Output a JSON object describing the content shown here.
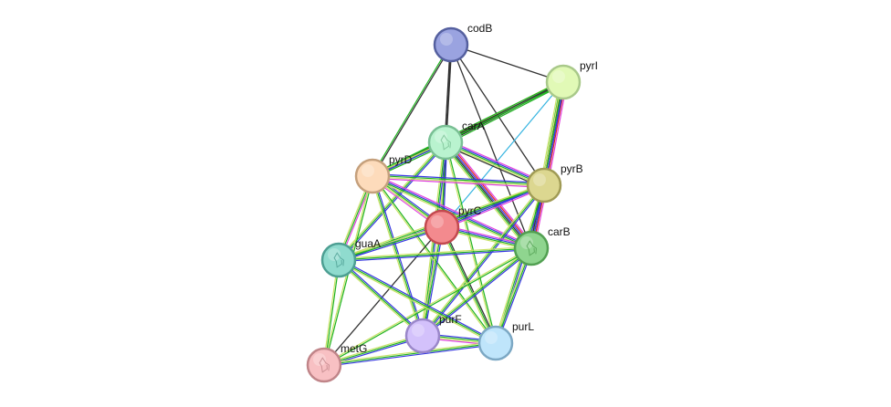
{
  "network": {
    "nodes": [
      {
        "id": "codB",
        "label": "codB",
        "fill": "#9aa3e0",
        "stroke": "#55609f",
        "structure": false
      },
      {
        "id": "pyrI",
        "label": "pyrI",
        "fill": "#e1f9b6",
        "stroke": "#a9c98a",
        "structure": false
      },
      {
        "id": "carA",
        "label": "carA",
        "fill": "#b9f3cf",
        "stroke": "#79bf94",
        "structure": true
      },
      {
        "id": "pyrD",
        "label": "pyrD",
        "fill": "#fddbbb",
        "stroke": "#c5a07c",
        "structure": false
      },
      {
        "id": "pyrB",
        "label": "pyrB",
        "fill": "#dcd790",
        "stroke": "#a09b55",
        "structure": false
      },
      {
        "id": "pyrC",
        "label": "pyrC",
        "fill": "#f38a8e",
        "stroke": "#c3494f",
        "structure": false
      },
      {
        "id": "carB",
        "label": "carB",
        "fill": "#8fd58f",
        "stroke": "#52a052",
        "structure": true
      },
      {
        "id": "guaA",
        "label": "guaA",
        "fill": "#8fdbce",
        "stroke": "#4d9f93",
        "structure": true
      },
      {
        "id": "purF",
        "label": "purF",
        "fill": "#d3c1fb",
        "stroke": "#9a87c9",
        "structure": false
      },
      {
        "id": "purL",
        "label": "purL",
        "fill": "#bfe5fb",
        "stroke": "#7ca8c4",
        "structure": false
      },
      {
        "id": "metG",
        "label": "metG",
        "fill": "#f8c0c3",
        "stroke": "#c08589",
        "structure": true
      }
    ],
    "edges": [
      {
        "source": "codB",
        "target": "carA",
        "colors": [
          "#333333",
          "#333333"
        ]
      },
      {
        "source": "codB",
        "target": "pyrI",
        "colors": [
          "#333333"
        ]
      },
      {
        "source": "codB",
        "target": "pyrD",
        "colors": [
          "#333333",
          "#1fb31f"
        ]
      },
      {
        "source": "codB",
        "target": "pyrB",
        "colors": [
          "#333333"
        ]
      },
      {
        "source": "codB",
        "target": "carB",
        "colors": [
          "#333333"
        ]
      },
      {
        "source": "codB",
        "target": "pyrC",
        "colors": [
          "#333333"
        ]
      },
      {
        "source": "pyrI",
        "target": "carA",
        "colors": [
          "#1fb31f",
          "#333333",
          "#1fb31f",
          "#c9e266"
        ]
      },
      {
        "source": "pyrI",
        "target": "pyrB",
        "colors": [
          "#e040e0",
          "#e0231f",
          "#3636e0",
          "#333333",
          "#1fb31f",
          "#c9e266"
        ]
      },
      {
        "source": "pyrI",
        "target": "carB",
        "colors": [
          "#3636e0",
          "#1fb31f",
          "#c9e266"
        ]
      },
      {
        "source": "pyrI",
        "target": "pyrD",
        "colors": [
          "#1fb31f",
          "#333333",
          "#1fb31f"
        ]
      },
      {
        "source": "pyrI",
        "target": "pyrC",
        "colors": [
          "#36b4e0"
        ]
      },
      {
        "source": "carA",
        "target": "pyrD",
        "colors": [
          "#1fb31f",
          "#3636e0",
          "#c9e266",
          "#1fb31f"
        ]
      },
      {
        "source": "carA",
        "target": "pyrB",
        "colors": [
          "#e040e0",
          "#3636e0",
          "#1fb31f",
          "#c9e266",
          "#333333"
        ]
      },
      {
        "source": "carA",
        "target": "carB",
        "colors": [
          "#e040e0",
          "#e0231f",
          "#3636e0",
          "#333333",
          "#1fb31f",
          "#c9e266"
        ]
      },
      {
        "source": "carA",
        "target": "pyrC",
        "colors": [
          "#3636e0",
          "#1fb31f",
          "#c9e266"
        ]
      },
      {
        "source": "carA",
        "target": "guaA",
        "colors": [
          "#3636e0",
          "#1fb31f",
          "#c9e266"
        ]
      },
      {
        "source": "carA",
        "target": "purF",
        "colors": [
          "#3636e0",
          "#1fb31f",
          "#c9e266"
        ]
      },
      {
        "source": "carA",
        "target": "purL",
        "colors": [
          "#1fb31f",
          "#c9e266"
        ]
      },
      {
        "source": "pyrD",
        "target": "pyrB",
        "colors": [
          "#3636e0",
          "#1fb31f",
          "#c9e266",
          "#e040e0"
        ]
      },
      {
        "source": "pyrD",
        "target": "pyrC",
        "colors": [
          "#3636e0",
          "#1fb31f",
          "#c9e266",
          "#e040e0"
        ]
      },
      {
        "source": "pyrD",
        "target": "carB",
        "colors": [
          "#e040e0",
          "#3636e0",
          "#1fb31f",
          "#c9e266"
        ]
      },
      {
        "source": "pyrD",
        "target": "guaA",
        "colors": [
          "#e040e0",
          "#1fb31f",
          "#c9e266"
        ]
      },
      {
        "source": "pyrD",
        "target": "purF",
        "colors": [
          "#3636e0",
          "#1fb31f",
          "#c9e266"
        ]
      },
      {
        "source": "pyrD",
        "target": "purL",
        "colors": [
          "#1fb31f",
          "#c9e266"
        ]
      },
      {
        "source": "pyrD",
        "target": "metG",
        "colors": [
          "#1fb31f",
          "#c9e266"
        ]
      },
      {
        "source": "pyrB",
        "target": "pyrC",
        "colors": [
          "#e040e0",
          "#3636e0",
          "#1fb31f",
          "#c9e266"
        ]
      },
      {
        "source": "pyrB",
        "target": "carB",
        "colors": [
          "#e040e0",
          "#e0231f",
          "#3636e0",
          "#333333",
          "#1fb31f"
        ]
      },
      {
        "source": "pyrB",
        "target": "guaA",
        "colors": [
          "#3636e0",
          "#1fb31f",
          "#c9e266"
        ]
      },
      {
        "source": "pyrB",
        "target": "purF",
        "colors": [
          "#3636e0",
          "#1fb31f",
          "#c9e266"
        ]
      },
      {
        "source": "pyrB",
        "target": "purL",
        "colors": [
          "#3636e0",
          "#1fb31f",
          "#c9e266"
        ]
      },
      {
        "source": "pyrC",
        "target": "carB",
        "colors": [
          "#e040e0",
          "#3636e0",
          "#1fb31f",
          "#c9e266"
        ]
      },
      {
        "source": "pyrC",
        "target": "guaA",
        "colors": [
          "#3636e0",
          "#1fb31f",
          "#c9e266"
        ]
      },
      {
        "source": "pyrC",
        "target": "purF",
        "colors": [
          "#3636e0",
          "#1fb31f",
          "#c9e266"
        ]
      },
      {
        "source": "pyrC",
        "target": "purL",
        "colors": [
          "#333333",
          "#1fb31f",
          "#c9e266"
        ]
      },
      {
        "source": "pyrC",
        "target": "metG",
        "colors": [
          "#333333"
        ]
      },
      {
        "source": "carB",
        "target": "guaA",
        "colors": [
          "#3636e0",
          "#1fb31f",
          "#c9e266"
        ]
      },
      {
        "source": "carB",
        "target": "purF",
        "colors": [
          "#3636e0",
          "#1fb31f",
          "#c9e266"
        ]
      },
      {
        "source": "carB",
        "target": "purL",
        "colors": [
          "#3636e0",
          "#1fb31f",
          "#c9e266"
        ]
      },
      {
        "source": "carB",
        "target": "metG",
        "colors": [
          "#1fb31f",
          "#c9e266"
        ]
      },
      {
        "source": "guaA",
        "target": "purF",
        "colors": [
          "#3636e0",
          "#1fb31f",
          "#c9e266"
        ]
      },
      {
        "source": "guaA",
        "target": "purL",
        "colors": [
          "#3636e0",
          "#1fb31f",
          "#c9e266"
        ]
      },
      {
        "source": "guaA",
        "target": "metG",
        "colors": [
          "#1fb31f",
          "#c9e266"
        ]
      },
      {
        "source": "purF",
        "target": "purL",
        "colors": [
          "#3636e0",
          "#1fb31f",
          "#c9e266",
          "#e040e0"
        ]
      },
      {
        "source": "purF",
        "target": "metG",
        "colors": [
          "#3636e0",
          "#1fb31f",
          "#c9e266"
        ]
      },
      {
        "source": "purL",
        "target": "metG",
        "colors": [
          "#3636e0",
          "#1fb31f",
          "#c9e266"
        ]
      }
    ]
  }
}
